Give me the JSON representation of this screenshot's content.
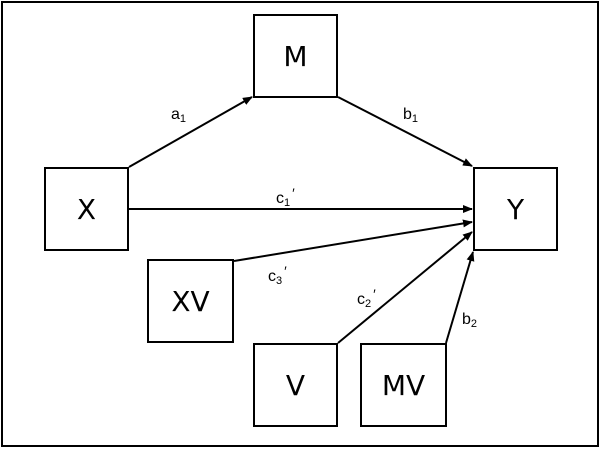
{
  "nodes": {
    "M": "M",
    "X": "X",
    "Y": "Y",
    "XV": "XV",
    "V": "V",
    "MV": "MV"
  },
  "edges": {
    "a1": {
      "base": "a",
      "sub": "1",
      "prime": ""
    },
    "b1": {
      "base": "b",
      "sub": "1",
      "prime": ""
    },
    "c1": {
      "base": "c",
      "sub": "1",
      "prime": "′"
    },
    "c3": {
      "base": "c",
      "sub": "3",
      "prime": "′"
    },
    "c2": {
      "base": "c",
      "sub": "2",
      "prime": "′"
    },
    "b2": {
      "base": "b",
      "sub": "2",
      "prime": ""
    }
  },
  "colors": {
    "stroke": "#000000",
    "background": "#ffffff"
  }
}
